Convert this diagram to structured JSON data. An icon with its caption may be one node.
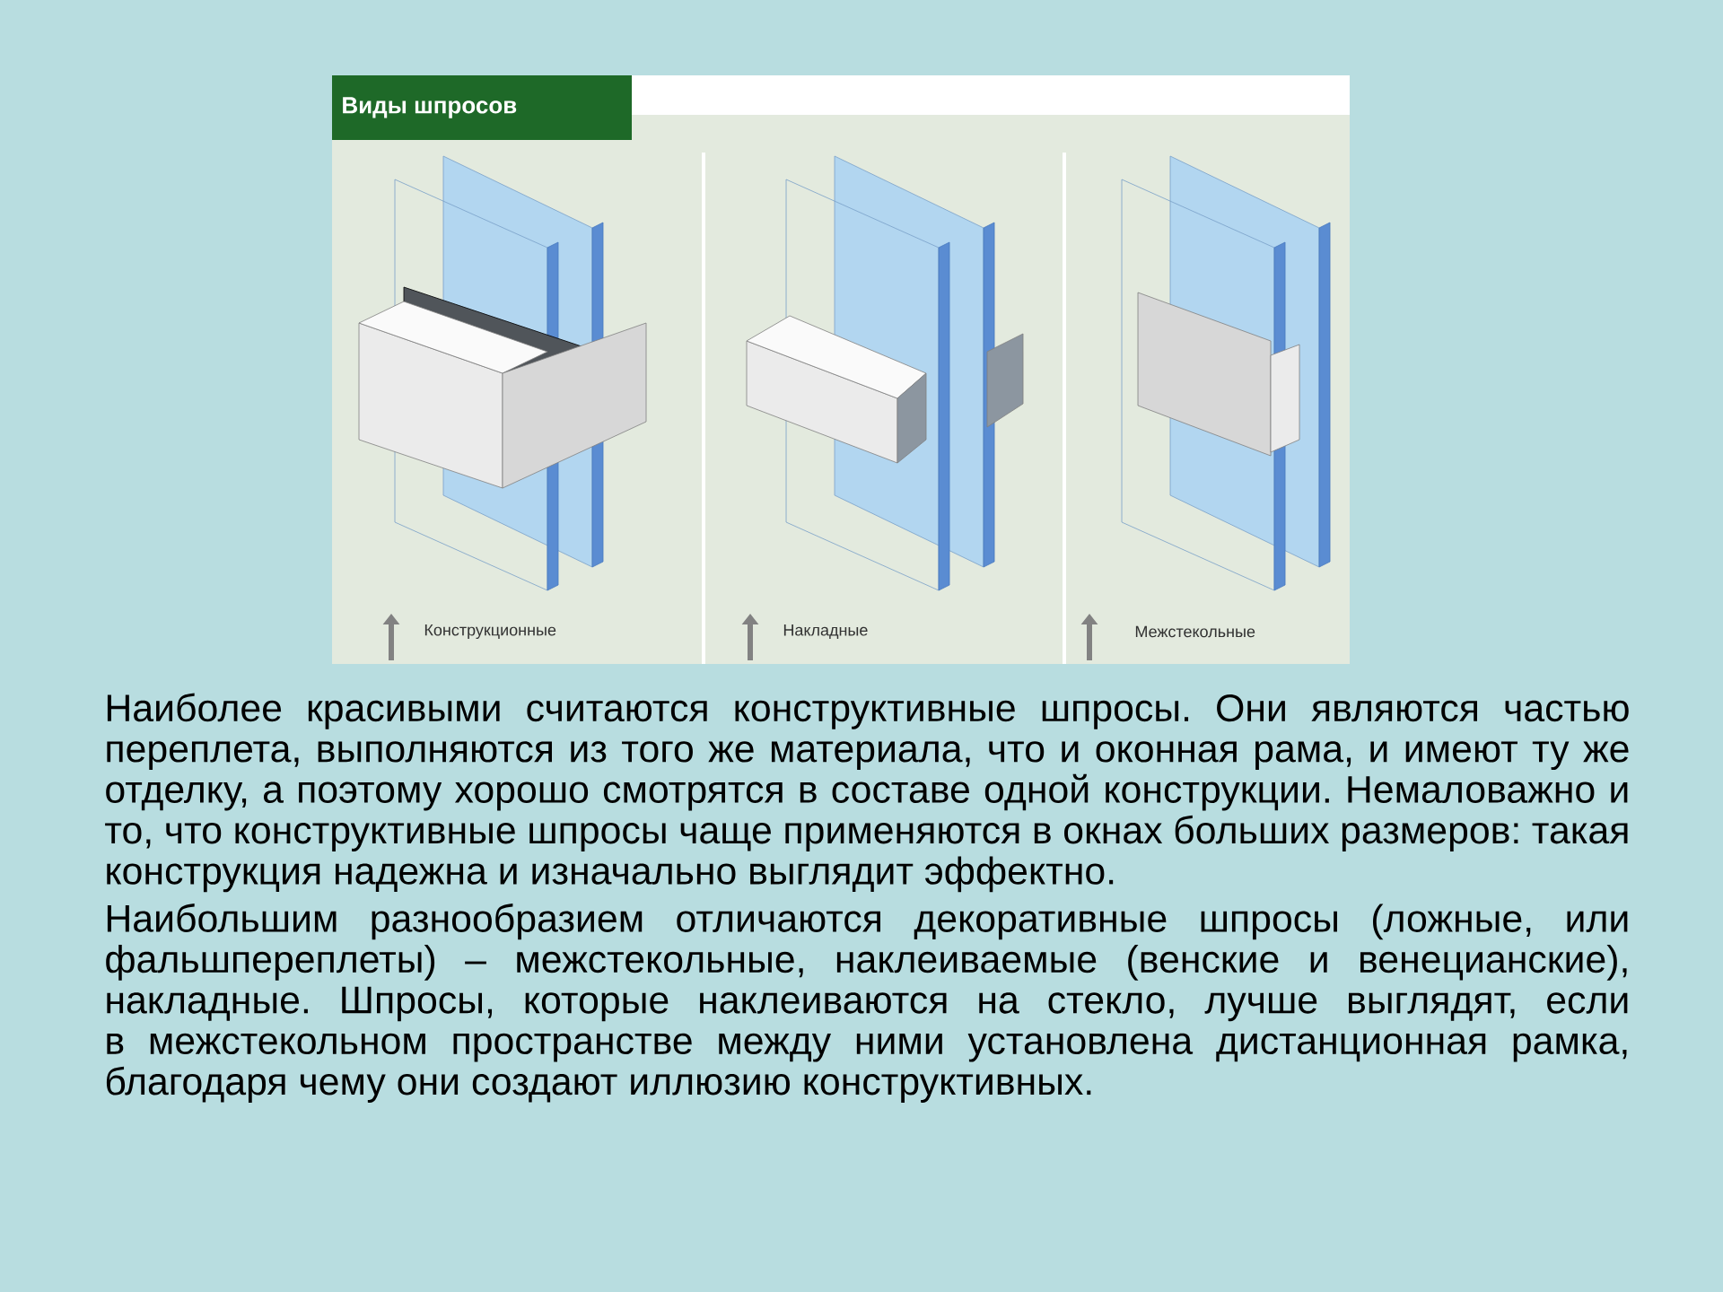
{
  "diagram": {
    "title": "Виды шпросов",
    "labels": [
      "Конструкционные",
      "Накладные",
      "Межстекольные",
      "Наиболее красивыми считаются конструктивные шпросы. Они являются частью переплета, выполняются из того же материала, что и оконная рама, и имеют ту же отделку, а поэтому хорошо смотрятся в составе одной конструкции. Немаловажно и то, что конструктивные шпросы чаще применяются в окнах больших размеров: такая конструкция надежна и изначально выглядит эффектно.",
      "Наибольшим разнообразием отличаются декоративные шпросы (ложные, или фальшпереплеты) – межстекольные, наклеиваемые (венские и венецианские), накладные. Шпросы, которые наклеиваются на стекло, лучше выглядят, если в межстекольном пространстве между ними установлена дистанционная рамка, благодаря чему они создают иллюзию конструктивных."
    ]
  }
}
